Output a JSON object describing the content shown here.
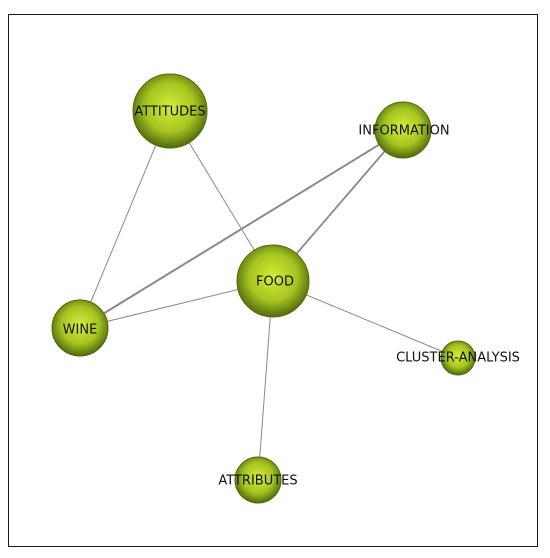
{
  "nodes": [
    {
      "id": "attitudes",
      "label": "ATTITUDES"
    },
    {
      "id": "information",
      "label": "INFORMATION"
    },
    {
      "id": "food",
      "label": "FOOD"
    },
    {
      "id": "wine",
      "label": "WINE"
    },
    {
      "id": "cluster-analysis",
      "label": "CLUSTER-ANALYSIS"
    },
    {
      "id": "attributes",
      "label": "ATTRIBUTES"
    }
  ],
  "edges": [
    {
      "source": "attitudes",
      "target": "wine"
    },
    {
      "source": "attitudes",
      "target": "food"
    },
    {
      "source": "information",
      "target": "wine"
    },
    {
      "source": "information",
      "target": "food"
    },
    {
      "source": "food",
      "target": "wine"
    },
    {
      "source": "food",
      "target": "cluster-analysis"
    },
    {
      "source": "food",
      "target": "attributes"
    }
  ],
  "colors": {
    "node_center": "#d6ec3a",
    "node_mid": "#a6c520",
    "node_edge": "#4f6a0c",
    "edge_line": "#8a8a8a"
  }
}
